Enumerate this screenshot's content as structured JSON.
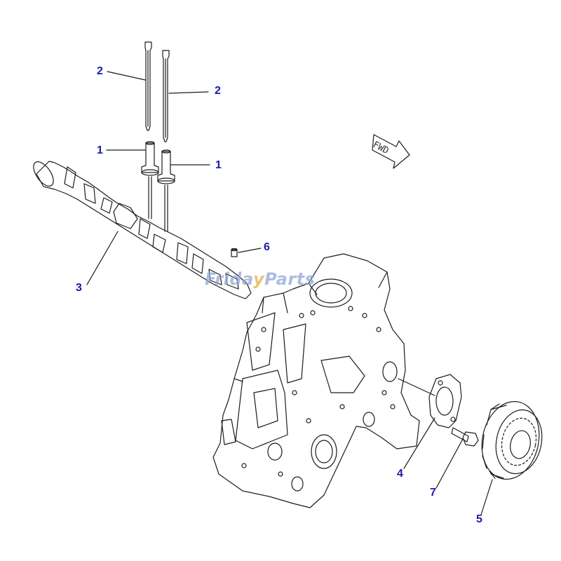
{
  "callouts": {
    "c1a": "1",
    "c1b": "1",
    "c2a": "2",
    "c2b": "2",
    "c3": "3",
    "c4": "4",
    "c5": "5",
    "c6": "6",
    "c7": "7"
  },
  "direction_label": "FWD",
  "watermark": {
    "part1": "Frida",
    "part2": "y",
    "part3": "Parts",
    "colors": {
      "main": "#8fa8d8",
      "accent": "#e8b04a"
    }
  },
  "colors": {
    "callout": "#1a1aa6",
    "line": "#1c1c1c"
  }
}
